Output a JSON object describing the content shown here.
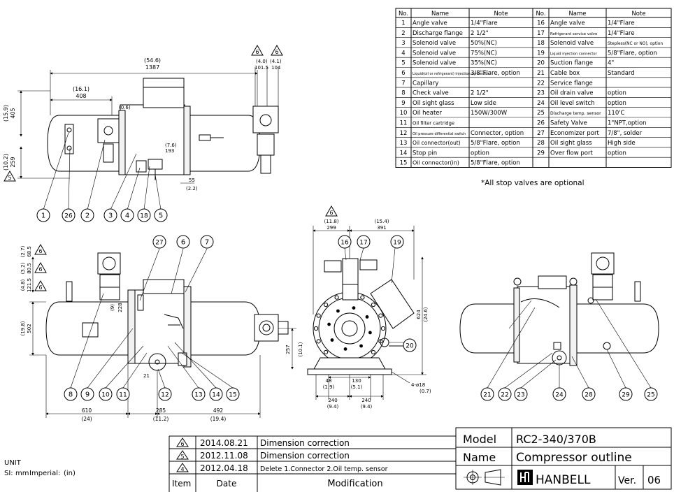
{
  "parts_table": {
    "headers": [
      "No.",
      "Name",
      "Note"
    ],
    "rows_left": [
      [
        "1",
        "Angle valve",
        "1/4\"Flare"
      ],
      [
        "2",
        "Discharge flange",
        "2 1/2\""
      ],
      [
        "3",
        "Solenoid valve",
        "50%(NC)"
      ],
      [
        "4",
        "Solenoid valve",
        "75%(NC)"
      ],
      [
        "5",
        "Solenoid valve",
        "35%(NC)"
      ],
      [
        "6",
        "Liquid(oil or refrigerant) injection connector",
        "3/8\"Flare, option"
      ],
      [
        "7",
        "Capillary",
        ""
      ],
      [
        "8",
        "Check valve",
        "2 1/2\""
      ],
      [
        "9",
        "Oil sight glass",
        "Low side"
      ],
      [
        "10",
        "Oil heater",
        "150W/300W"
      ],
      [
        "11",
        "Oil filter cartridge",
        ""
      ],
      [
        "12",
        "Oil pressure differential switch",
        "Connector, option"
      ],
      [
        "13",
        "Oil connector(out)",
        "5/8\"Flare, option"
      ],
      [
        "14",
        "Stop pin",
        "option"
      ],
      [
        "15",
        "Oil connector(in)",
        "5/8\"Flare, option"
      ]
    ],
    "rows_right": [
      [
        "16",
        "Angle valve",
        "1/4\"Flare"
      ],
      [
        "17",
        "Refrigerant service valve",
        "1/4\"Flare"
      ],
      [
        "18",
        "Solenoid valve",
        "Stepless(NC or NO), option"
      ],
      [
        "19",
        "Liquid injection connector",
        "5/8\"Flare, option"
      ],
      [
        "20",
        "Suction flange",
        "4\""
      ],
      [
        "21",
        "Cable box",
        "Standard"
      ],
      [
        "22",
        "Service flange",
        ""
      ],
      [
        "23",
        "Oil drain valve",
        "option"
      ],
      [
        "24",
        "Oil level switch",
        "option"
      ],
      [
        "25",
        "Discharge temp. sensor",
        "110'C"
      ],
      [
        "26",
        "Safety Valve",
        "1\"NPT,option"
      ],
      [
        "27",
        "Economizer port",
        "7/8\", solder"
      ],
      [
        "28",
        "Oil sight glass",
        "High side"
      ],
      [
        "29",
        "Over flow port",
        "option"
      ],
      [
        "",
        "",
        ""
      ]
    ],
    "footnote": "*All stop valves are optional"
  },
  "top_view": {
    "dims": {
      "overall_in": "(54.6)",
      "overall_mm": "1387",
      "left_in": "(16.1)",
      "left_mm": "408",
      "height_in": "(15.9)",
      "height_mm": "405",
      "axis_in": "(10.2)",
      "axis_mm": "259",
      "r1_in": "(4.0)",
      "r1_mm": "101.5",
      "r2_in": "(4.1)",
      "r2_mm": "104",
      "small_in": "(7.6)",
      "small_mm": "193",
      "off_mm": "55",
      "off_in": "(2.2)",
      "tiny": "(0.6)"
    },
    "rev_marks": [
      "6",
      "6",
      "5"
    ],
    "balloons": [
      "1",
      "26",
      "2",
      "3",
      "4",
      "18",
      "5"
    ]
  },
  "front_view": {
    "dims": {
      "h1_in": "(2.7)",
      "h1_mm": "68.5",
      "h2_in": "(3.2)",
      "h2_mm": "80.5",
      "h3_in": "(4.8)",
      "h3_mm": "121.5",
      "body_in": "(19.8)",
      "body_mm": "502",
      "nine": "(9)",
      "d228": "228",
      "d257": "257",
      "d257_in": "(10.1)",
      "d21": "21",
      "d610": "610",
      "d610_in": "(24)",
      "d285": "285",
      "d285_in": "(11.2)",
      "d492": "492",
      "d492_in": "(19.4)"
    },
    "rev_marks": [
      "6",
      "6",
      "6"
    ],
    "balloons_top": [
      "27",
      "6",
      "7"
    ],
    "balloons_bottom": [
      "8",
      "9",
      "10",
      "11",
      "12",
      "13",
      "14",
      "15"
    ]
  },
  "end_view": {
    "dims": {
      "w1_in": "(11.8)",
      "w1_mm": "299",
      "w2_in": "(15.4)",
      "w2_mm": "391",
      "h_in": "(24.6)",
      "h_mm": "624",
      "b48": "48",
      "b48_in": "(1.9)",
      "b130": "130",
      "b130_in": "(5.1)",
      "b240a": "240",
      "b240a_in": "(9.4)",
      "b240b": "240",
      "b240b_in": "(9.4)",
      "hole": "4-ø18",
      "hole_in": "(0.7)"
    },
    "rev_mark": "6",
    "balloons": [
      "16",
      "17",
      "19",
      "20"
    ]
  },
  "rear_view": {
    "balloons": [
      "21",
      "22",
      "23",
      "24",
      "28",
      "29",
      "25"
    ]
  },
  "revisions": [
    {
      "mark": "6",
      "date": "2014.08.21",
      "text": "Dimension correction"
    },
    {
      "mark": "5",
      "date": "2012.11.08",
      "text": "Dimension correction"
    },
    {
      "mark": "4",
      "date": "2012.04.18",
      "text": "Delete 1.Connector 2.Oil temp. sensor"
    }
  ],
  "rev_headers": {
    "item": "Item",
    "date": "Date",
    "mod": "Modification"
  },
  "title_block": {
    "model_label": "Model",
    "model_value": "RC2-340/370B",
    "name_label": "Name",
    "name_value": "Compressor outline",
    "brand": "HANBELL",
    "ver_label": "Ver.",
    "ver_value": "06"
  },
  "unit": {
    "label": "UNIT",
    "si_label": "SI:",
    "si_value": "mm",
    "imp_label": "Imperial:",
    "imp_value": "(in)"
  }
}
